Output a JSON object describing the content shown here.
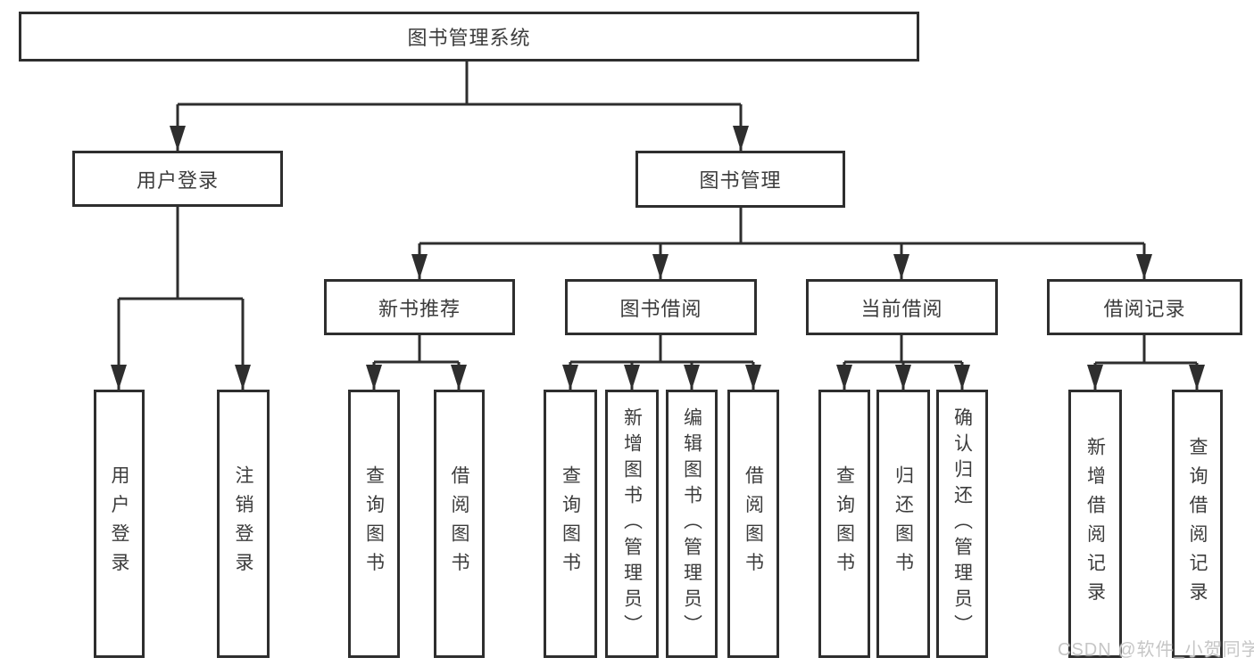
{
  "diagram": {
    "root": {
      "label": "图书管理系统"
    },
    "level1": [
      {
        "label": "用户登录",
        "children": [
          {
            "label": "用户登录"
          },
          {
            "label": "注销登录"
          }
        ]
      },
      {
        "label": "图书管理",
        "children": [
          {
            "label": "新书推荐",
            "children": [
              {
                "label": "查询图书"
              },
              {
                "label": "借阅图书"
              }
            ]
          },
          {
            "label": "图书借阅",
            "children": [
              {
                "label": "查询图书"
              },
              {
                "label": "新增图书（管理员）"
              },
              {
                "label": "编辑图书（管理员）"
              },
              {
                "label": "借阅图书"
              }
            ]
          },
          {
            "label": "当前借阅",
            "children": [
              {
                "label": "查询图书"
              },
              {
                "label": "归还图书"
              },
              {
                "label": "确认归还（管理员）"
              }
            ]
          },
          {
            "label": "借阅记录",
            "children": [
              {
                "label": "新增借阅记录"
              },
              {
                "label": "查询借阅记录"
              }
            ]
          }
        ]
      }
    ]
  },
  "watermark": {
    "text": "CSDN @软件_小贺同学"
  },
  "colors": {
    "line": "#2e2e2e",
    "text": "#3c3c3c",
    "watermark_text": "#c6c6c6",
    "background": "#ffffff"
  }
}
